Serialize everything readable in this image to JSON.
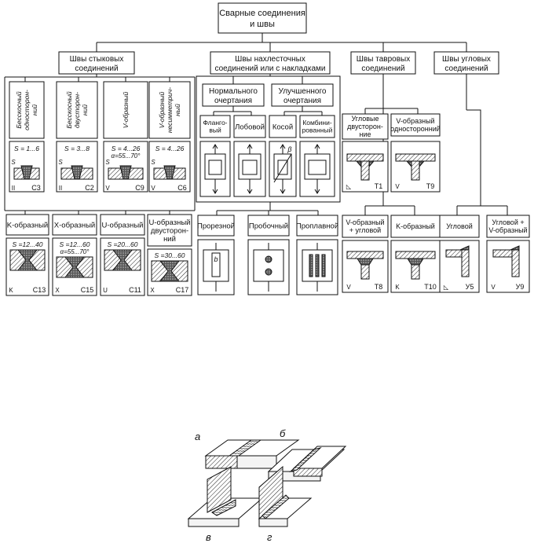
{
  "root": {
    "line1": "Сварные соединения",
    "line2": "и швы"
  },
  "categories": {
    "butt": [
      "Швы стыковых",
      "соединений"
    ],
    "lap": [
      "Швы нахлесточных",
      "соединений или с накладками"
    ],
    "tee": [
      "Швы тавровых",
      "соединений"
    ],
    "corner": [
      "Швы угловых",
      "соединений"
    ]
  },
  "lap_subgroups": {
    "normal": [
      "Нормального",
      "очертания"
    ],
    "improved": [
      "Улучшенного",
      "очертания"
    ]
  },
  "butt_top": [
    {
      "name": "Бесскосный односторонний",
      "lines": [
        "Бесскосный",
        "односторон-",
        "ний"
      ],
      "dim": "S = 1...6",
      "code": "С3",
      "sym": "II"
    },
    {
      "name": "Бесскосный двусторонний",
      "lines": [
        "Бесскосный",
        "двусторон-",
        "ний"
      ],
      "dim": "S = 3...8",
      "code": "С2",
      "sym": "II"
    },
    {
      "name": "V-образный",
      "lines": [
        "V-образный"
      ],
      "dim": "S = 4...26",
      "dim2": "α=55...70°",
      "code": "С9",
      "sym": "V",
      "angle": "α"
    },
    {
      "name": "V-образный несимметричный",
      "lines": [
        "V-образный",
        "несимметрич-",
        "ный"
      ],
      "dim": "S = 4...26",
      "code": "С6",
      "sym": "V"
    }
  ],
  "butt_bottom": [
    {
      "label": [
        "K-образный"
      ],
      "dim": "S =12...40",
      "code": "С13",
      "sym": "K"
    },
    {
      "label": [
        "X-образный"
      ],
      "dim": "S =12...60",
      "dim2": "α=55...70°",
      "code": "С15",
      "sym": "X",
      "angle": "α"
    },
    {
      "label": [
        "U-образный"
      ],
      "dim": "S =20...60",
      "code": "С11",
      "sym": "U"
    },
    {
      "label": [
        "U-образный",
        "двусторон-",
        "ний"
      ],
      "dim": "S =30...60",
      "code": "С17",
      "sym": "X"
    }
  ],
  "lap_top": [
    {
      "label": [
        "Фланго-",
        "вый"
      ]
    },
    {
      "label": [
        "Лобовой"
      ]
    },
    {
      "label": [
        "Косой"
      ],
      "angle": "β"
    },
    {
      "label": [
        "Комбини-",
        "рованный"
      ]
    }
  ],
  "lap_bottom": [
    {
      "label": [
        "Прорезной"
      ],
      "dim": "b"
    },
    {
      "label": [
        "Пробочный"
      ]
    },
    {
      "label": [
        "Проплавной"
      ]
    }
  ],
  "tee_top": [
    {
      "label": [
        "Угловые",
        "двусторон-",
        "ние"
      ],
      "code": "Т1",
      "sym": "◺"
    },
    {
      "label": [
        "V-образный",
        "односторонний"
      ],
      "code": "Т9",
      "sym": "V"
    }
  ],
  "tee_bottom": [
    {
      "label": [
        "V-образный",
        "+ угловой"
      ],
      "code": "Т8",
      "sym": "V"
    },
    {
      "label": [
        "K-образный"
      ],
      "code": "Т10",
      "sym": "K"
    }
  ],
  "corner_bottom": [
    {
      "label": [
        "Угловой"
      ],
      "code": "У5",
      "sym": "◺"
    },
    {
      "label": [
        "Угловой +",
        "V-образный"
      ],
      "code": "У9",
      "sym": "V"
    }
  ],
  "letters": {
    "a": "а",
    "b": "б",
    "v": "в",
    "g": "г"
  }
}
